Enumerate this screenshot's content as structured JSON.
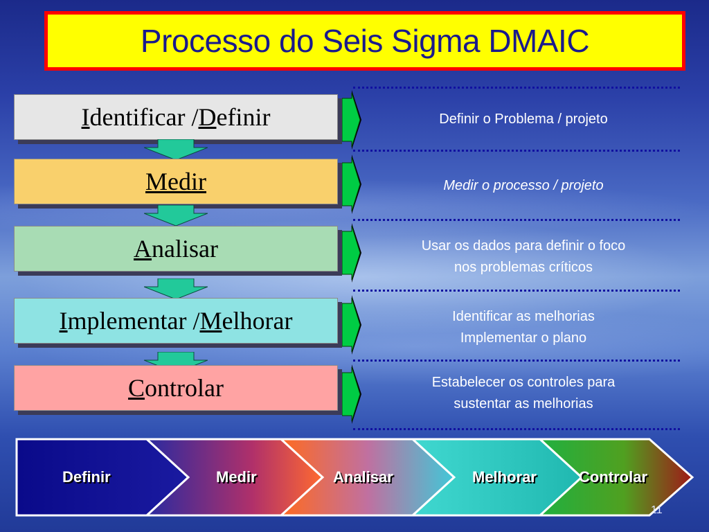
{
  "title": "Processo do Seis Sigma DMAIC",
  "steps": [
    {
      "initial": "I",
      "rest": "dentificar / ",
      "initial2": "D",
      "rest2": "efinir",
      "bg": "#e6e6e6",
      "desc1": "Definir o Problema / projeto",
      "desc2": ""
    },
    {
      "initial": "Medir",
      "rest": "",
      "initial2": "",
      "rest2": "",
      "bg": "#f9d06c",
      "desc1": "Medir o processo / projeto",
      "desc2": ""
    },
    {
      "initial": "A",
      "rest": "nalisar",
      "initial2": "",
      "rest2": "",
      "bg": "#a8dcb4",
      "desc1": "Usar os dados para definir o foco",
      "desc2": "nos problemas críticos"
    },
    {
      "initial": "I",
      "rest": "mplementar / ",
      "initial2": "M",
      "rest2": "elhorar",
      "bg": "#8ee3e3",
      "desc1": "Identificar as melhorias",
      "desc2": "Implementar o plano"
    },
    {
      "initial": "C",
      "rest": "ontrolar",
      "initial2": "",
      "rest2": "",
      "bg": "#ffa3a3",
      "desc1": "Estabelecer os controles para",
      "desc2": "sustentar as melhorias"
    }
  ],
  "chevrons": [
    "Definir",
    "Medir",
    "Analisar",
    "Melhorar",
    "Controlar"
  ],
  "page_number": "11",
  "colors": {
    "title_bg": "#ffff00",
    "title_border": "#ff0000",
    "title_text": "#1a1a8c",
    "arrow_green": "#00cc44",
    "down_arrow": "#22c99a"
  }
}
